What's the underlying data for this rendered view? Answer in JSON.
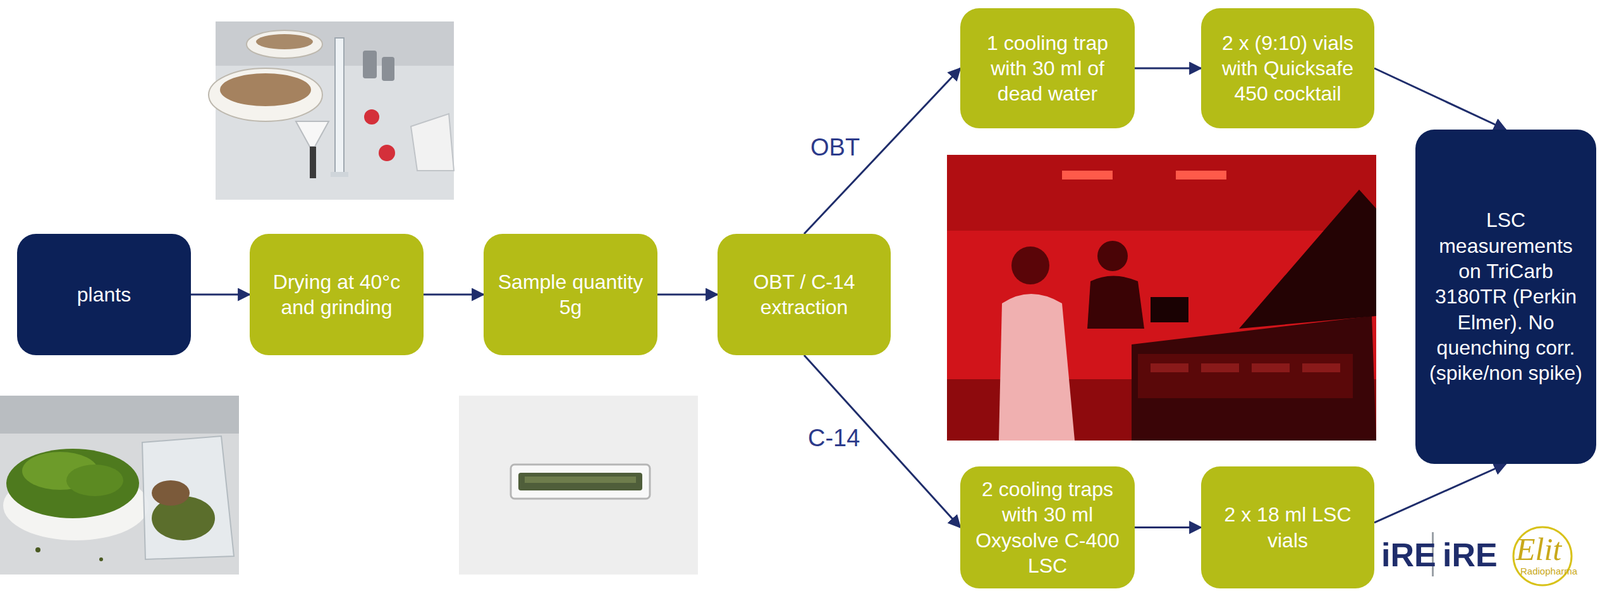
{
  "diagram": {
    "nodes": [
      {
        "text": [
          "plants"
        ]
      },
      {
        "text": [
          "Drying at 40°c and grinding"
        ]
      },
      {
        "text": [
          "Sample quantity 5g"
        ]
      },
      {
        "text": [
          "OBT / C-14 extraction"
        ]
      },
      {
        "text": [
          "1 cooling trap with 30 ml of dead water"
        ]
      },
      {
        "text": [
          "2 x (9:10) vials with Quicksafe 450 cocktail"
        ]
      },
      {
        "text": [
          "LSC measurements on TriCarb 3180TR (Perkin Elmer). No quenching corr. (spike/non spike)"
        ]
      },
      {
        "text": [
          "2 cooling traps with 30 ml Oxysolve C-400 LSC"
        ]
      },
      {
        "text": [
          "2 x 18 ml LSC vials"
        ]
      }
    ],
    "edges": [
      {
        "from": 0,
        "to": 1,
        "arrow": "to"
      },
      {
        "from": 1,
        "to": 2,
        "arrow": "to"
      },
      {
        "from": 2,
        "to": 3,
        "arrow": "to"
      },
      {
        "from": 3,
        "to": 4,
        "label": "OBT",
        "arrow": "to"
      },
      {
        "from": 4,
        "to": 5,
        "arrow": "to"
      },
      {
        "from": 5,
        "to": 6,
        "arrow": "to"
      },
      {
        "from": 3,
        "to": 7,
        "label": "C-14",
        "arrow": "to"
      },
      {
        "from": 7,
        "to": 8,
        "arrow": "to"
      },
      {
        "from": 8,
        "to": 6,
        "arrow": "to"
      }
    ],
    "labels": [
      "iRE",
      "iRE",
      "Elit",
      "Radiopharma"
    ]
  }
}
